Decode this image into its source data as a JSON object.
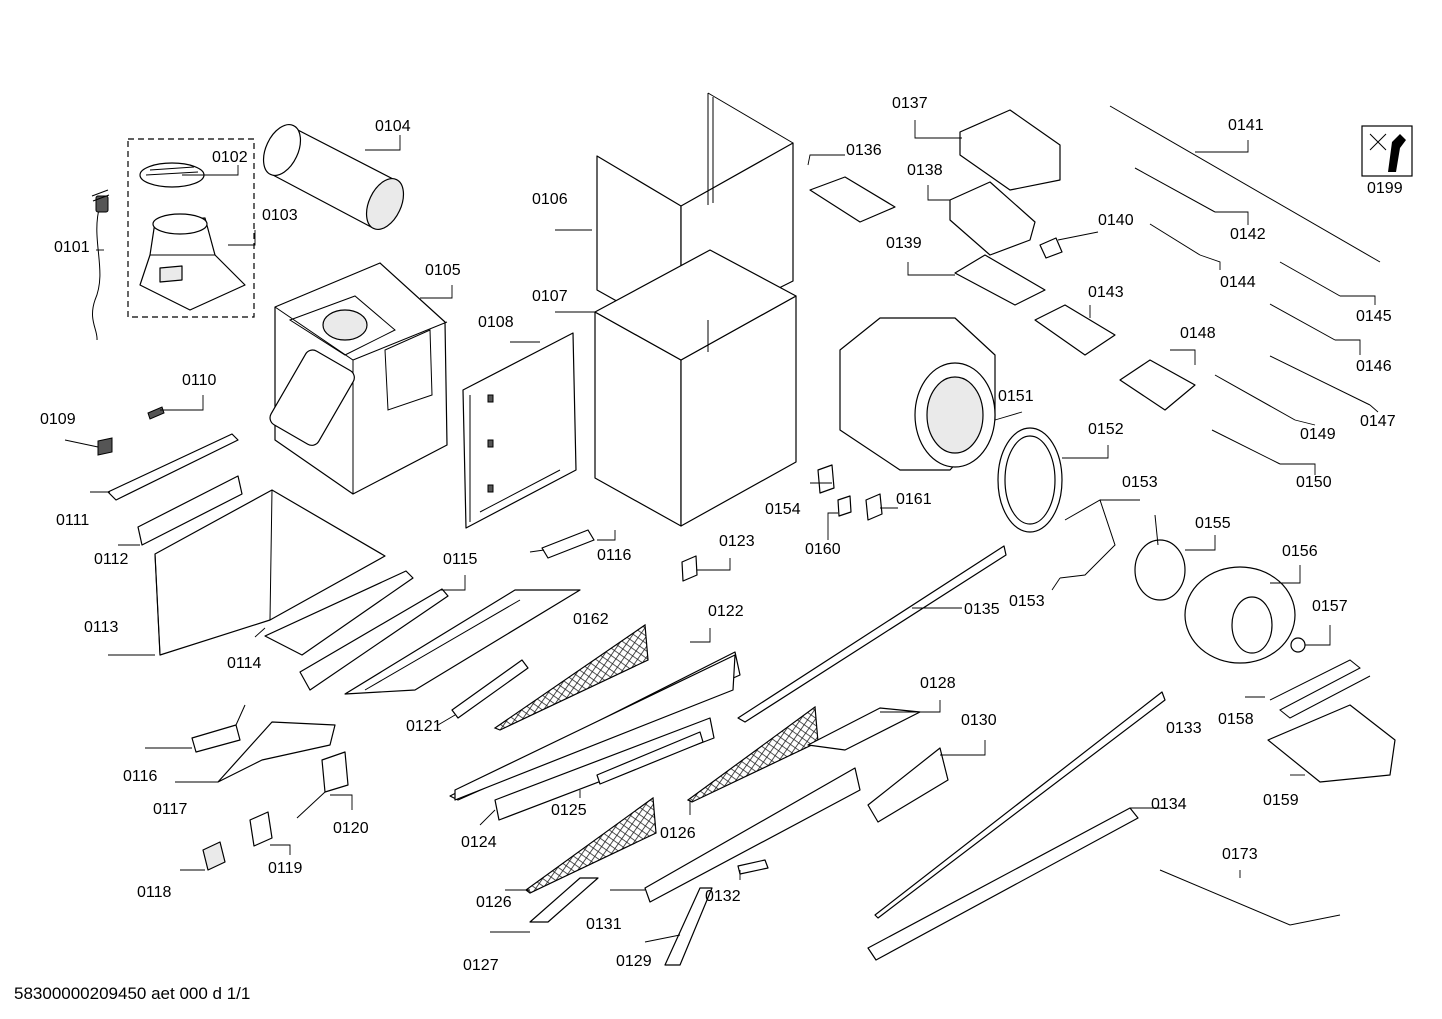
{
  "diagram": {
    "footer": "58300000209450 aet 000 d 1/1",
    "icon": "wrench-icon",
    "labels": {
      "0101": "0101",
      "0102": "0102",
      "0103": "0103",
      "0104": "0104",
      "0105": "0105",
      "0106": "0106",
      "0107": "0107",
      "0108": "0108",
      "0109": "0109",
      "0110": "0110",
      "0111": "0111",
      "0112": "0112",
      "0113": "0113",
      "0114": "0114",
      "0115": "0115",
      "0116a": "0116",
      "0116b": "0116",
      "0117": "0117",
      "0118": "0118",
      "0119": "0119",
      "0120": "0120",
      "0121": "0121",
      "0122": "0122",
      "0123": "0123",
      "0124": "0124",
      "0125": "0125",
      "0126a": "0126",
      "0126b": "0126",
      "0127": "0127",
      "0128": "0128",
      "0129": "0129",
      "0130": "0130",
      "0131": "0131",
      "0132": "0132",
      "0133": "0133",
      "0134": "0134",
      "0135": "0135",
      "0136": "0136",
      "0137": "0137",
      "0138": "0138",
      "0139": "0139",
      "0140": "0140",
      "0141": "0141",
      "0142": "0142",
      "0143": "0143",
      "0144": "0144",
      "0145": "0145",
      "0146": "0146",
      "0147": "0147",
      "0148": "0148",
      "0149": "0149",
      "0150": "0150",
      "0151": "0151",
      "0152": "0152",
      "0153a": "0153",
      "0153b": "0153",
      "0154": "0154",
      "0155": "0155",
      "0156": "0156",
      "0157": "0157",
      "0158": "0158",
      "0159": "0159",
      "0160": "0160",
      "0161": "0161",
      "0162": "0162",
      "0173": "0173",
      "0199": "0199"
    }
  }
}
